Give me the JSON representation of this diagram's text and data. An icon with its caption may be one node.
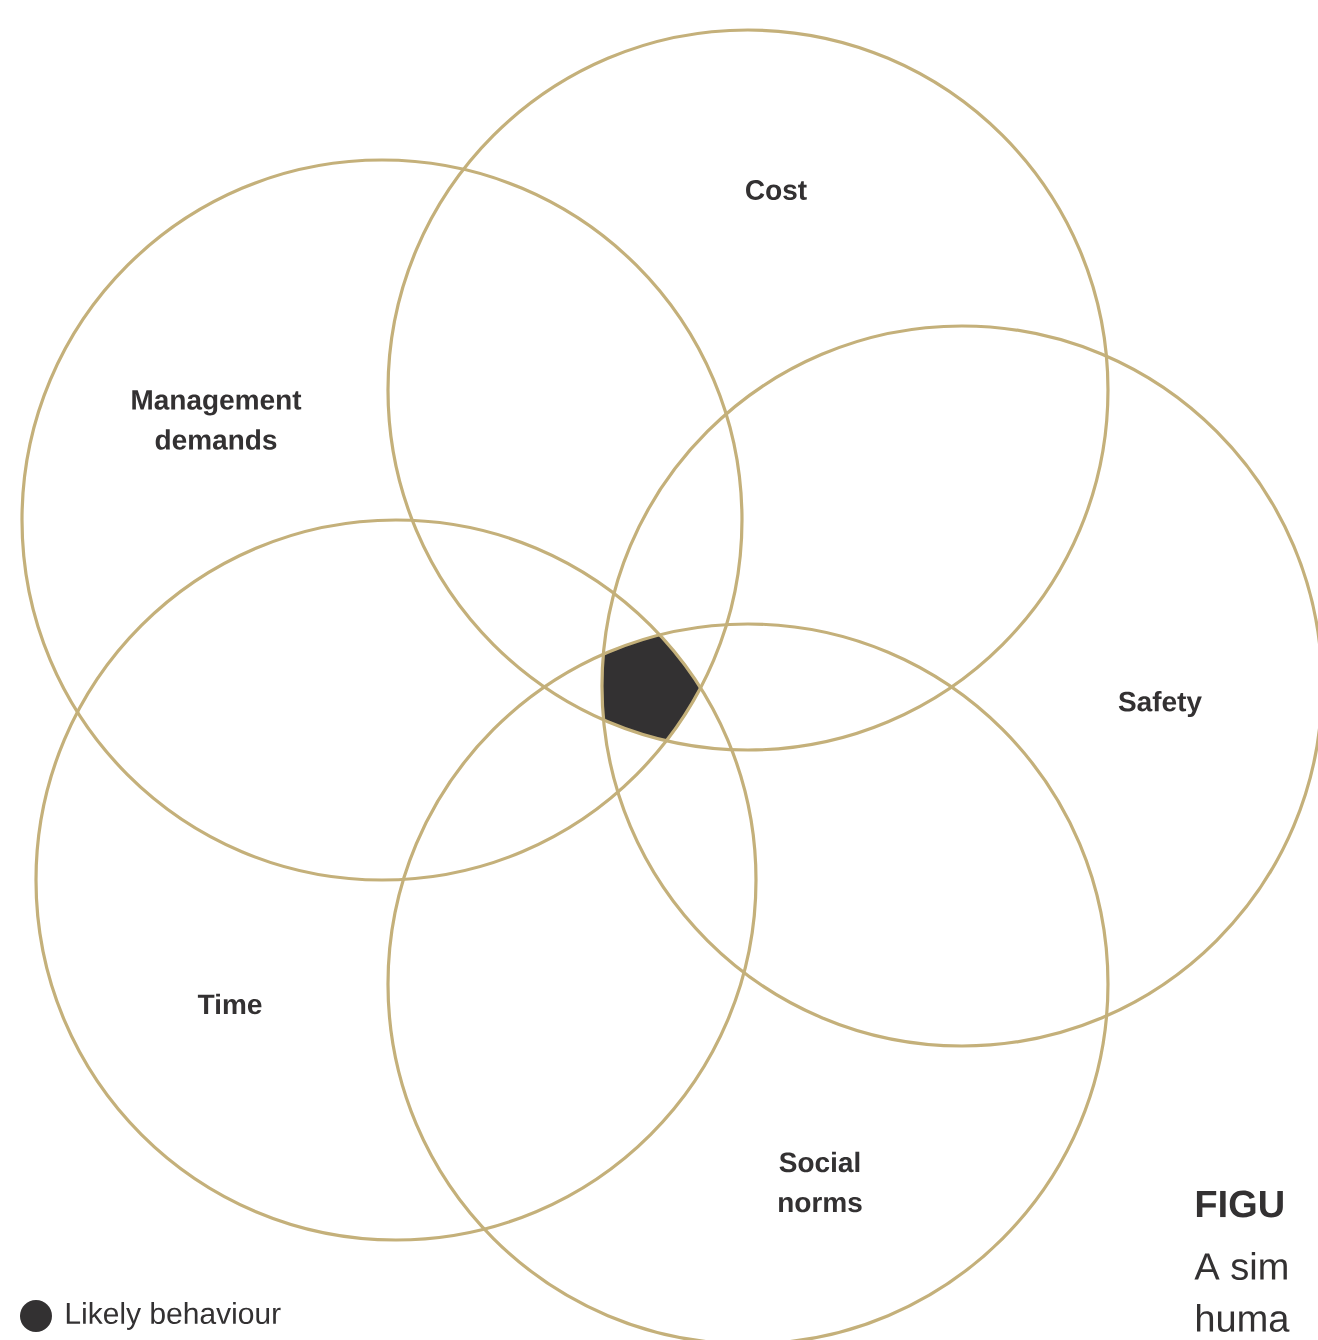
{
  "diagram": {
    "nodes": [
      {
        "text": [
          "Cost"
        ]
      },
      {
        "text": [
          "Management demands"
        ]
      },
      {
        "text": [
          "Safety"
        ]
      },
      {
        "text": [
          "Time"
        ]
      },
      {
        "text": [
          "Social norms"
        ]
      }
    ],
    "labels": [
      "FIGU",
      "A sim",
      "huma"
    ],
    "legend": [
      {
        "text": "Likely behaviour",
        "color": "#333132"
      }
    ]
  }
}
